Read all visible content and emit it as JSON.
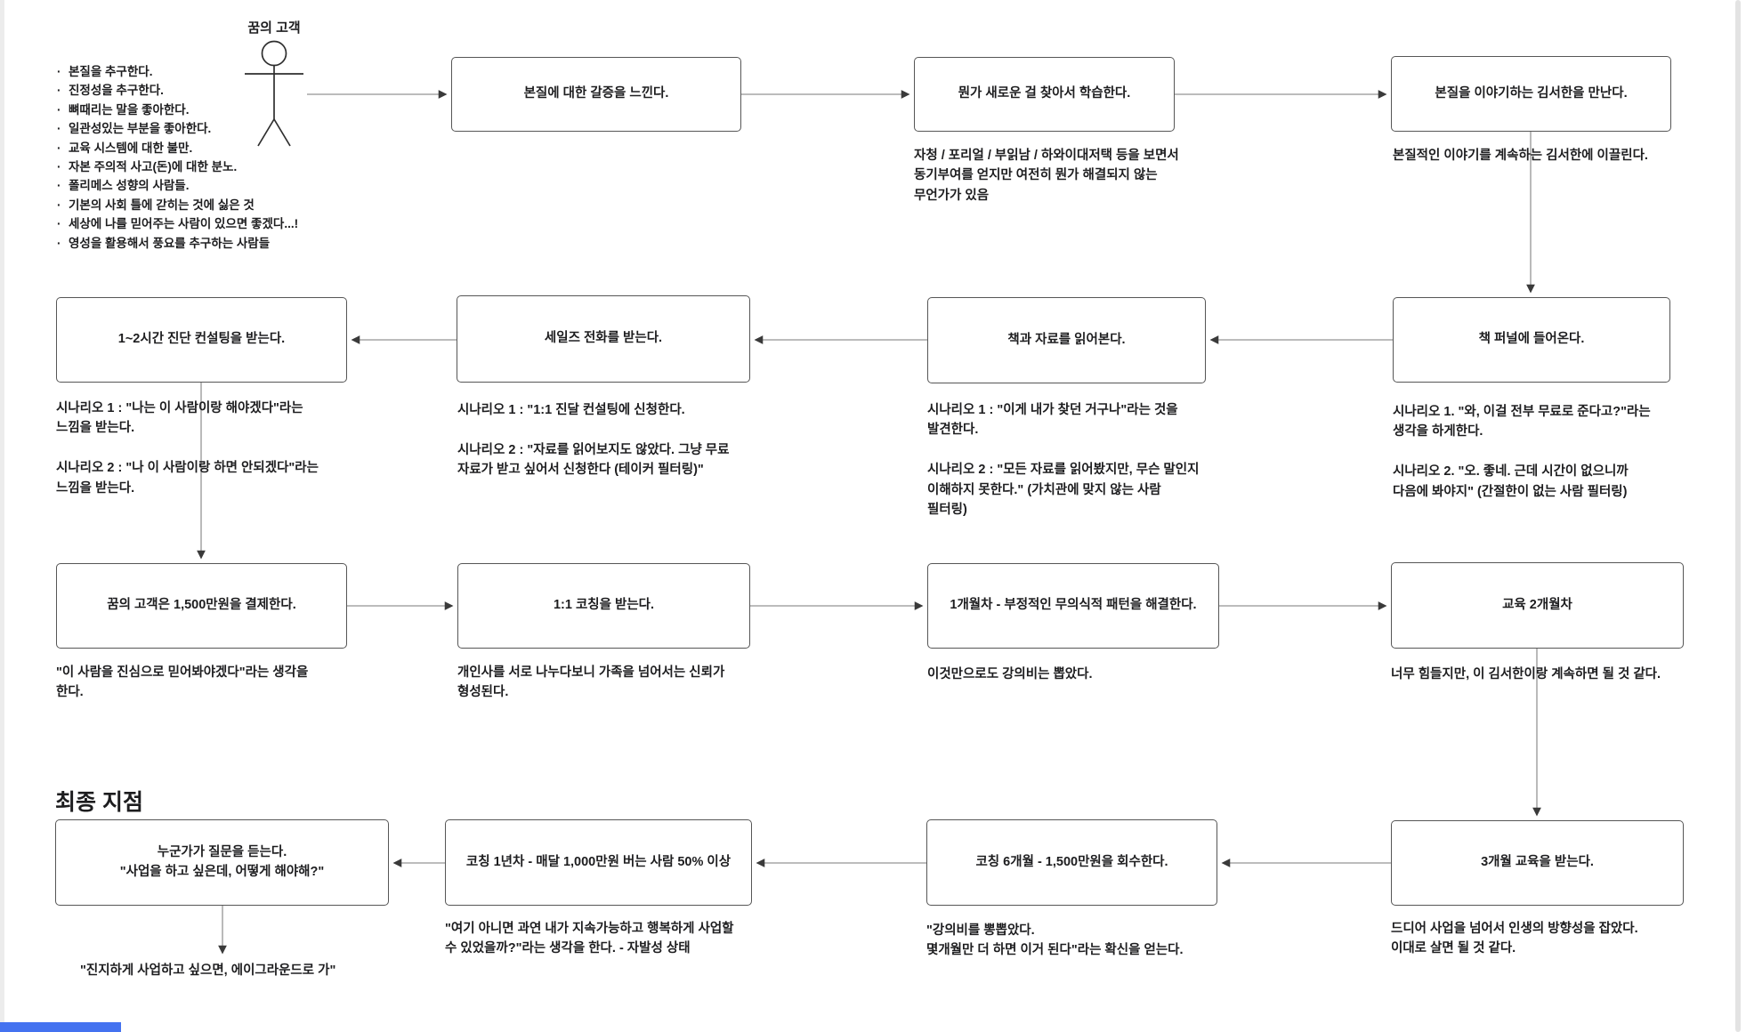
{
  "diagram": {
    "persona": {
      "label": "꿈의 고객",
      "traits": [
        "본질을 추구한다.",
        "진정성을 추구한다.",
        "뼈때리는 말을 좋아한다.",
        "일관성있는 부분을 좋아한다.",
        "교육 시스템에 대한 불만.",
        "자본 주의적 사고(돈)에 대한 분노.",
        "폴리메스 성향의 사람들.",
        "기본의 사회 틀에 갇히는 것에 싫은 것",
        "세상에 나를 믿어주는 사람이 있으면 좋겠다...!",
        "영성을 활용해서 풍요를 추구하는 사람들"
      ]
    },
    "final_heading": "최종 지점",
    "nodes": {
      "thirst": {
        "title": "본질에 대한 갈증을 느낀다."
      },
      "learn": {
        "title": "뭔가 새로운 걸 찾아서 학습한다.",
        "note": "자청 / 포리얼 / 부읽남 / 하와이대저택 등을 보면서\n동기부여를 얻지만 여전히 뭔가 해결되지 않는\n무언가가 있음"
      },
      "meet": {
        "title": "본질을 이야기하는 김서한을 만난다.",
        "note": "본질적인 이야기를 계속하는 김서한에 이끌린다."
      },
      "book_funnel": {
        "title": "책 퍼널에 들어온다.",
        "note": "시나리오 1. \"와, 이걸 전부 무료로 준다고?\"라는\n생각을 하게한다.\n\n시나리오 2. \"오. 좋네. 근데 시간이 없으니까\n다음에 봐야지\" (간절한이 없는 사람 필터링)"
      },
      "read": {
        "title": "책과 자료를 읽어본다.",
        "note": "시나리오 1 : \"이게 내가 찾던 거구나\"라는 것을\n발견한다.\n\n시나리오 2 : \"모든 자료를 읽어봤지만, 무슨 말인지\n이해하지 못한다.\" (가치관에 맞지 않는 사람\n필터링)"
      },
      "sales_call": {
        "title": "세일즈 전화를 받는다.",
        "note": "시나리오 1 : \"1:1 진달 컨설팅에 신청한다.\n\n시나리오 2 : \"자료를 읽어보지도 않았다. 그냥 무료\n자료가 받고 싶어서 신청한다 (테이커 필터링)\""
      },
      "consult": {
        "title": "1~2시간 진단 컨설팅을 받는다.",
        "note": "시나리오 1 : \"나는 이 사람이랑 해야겠다\"라는\n느낌을 받는다.\n\n시나리오 2 : \"나 이 사람이랑 하면 안되겠다\"라는\n느낌을 받는다."
      },
      "pay": {
        "title": "꿈의 고객은 1,500만원을 결제한다.",
        "note": "\"이 사람을 진심으로 믿어봐야겠다\"라는 생각을\n한다."
      },
      "coaching": {
        "title": "1:1 코칭을 받는다.",
        "note": "개인사를 서로 나누다보니 가족을 넘어서는 신뢰가\n형성된다."
      },
      "month1": {
        "title": "1개월차 - 부정적인 무의식적 패턴을 해결한다.",
        "note": "이것만으로도 강의비는 뽑았다."
      },
      "month2": {
        "title": "교육 2개월차",
        "note": "너무 힘들지만, 이 김서한이랑 계속하면 될 것 같다."
      },
      "educ3": {
        "title": "3개월 교육을 받는다.",
        "note": "드디어 사업을 넘어서 인생의 방향성을 잡았다.\n이대로 살면 될 것 같다."
      },
      "recover": {
        "title": "코칭 6개월 - 1,500만원을 회수한다.",
        "note": "\"강의비를 뽕뽑았다.\n몇개월만 더 하면 이거 된다\"라는 확신을 얻는다."
      },
      "year1": {
        "title": "코칭 1년차 - 매달 1,000만원 버는 사람 50% 이상",
        "note": "\"여기 아니면 과연 내가 지속가능하고 행복하게 사업할\n수 있었을까?\"라는 생각을 한다. - 자발성 상태"
      },
      "referral": {
        "title": "누군가가 질문을 듣는다.\n\"사업을 하고 싶은데, 어떻게 해야해?\"",
        "note": "\"진지하게 사업하고 싶으면, 에이그라운드로 가\""
      }
    },
    "colors": {
      "accent_blue": "#4472f0",
      "box_border": "#565656",
      "connector": "#949494"
    }
  }
}
